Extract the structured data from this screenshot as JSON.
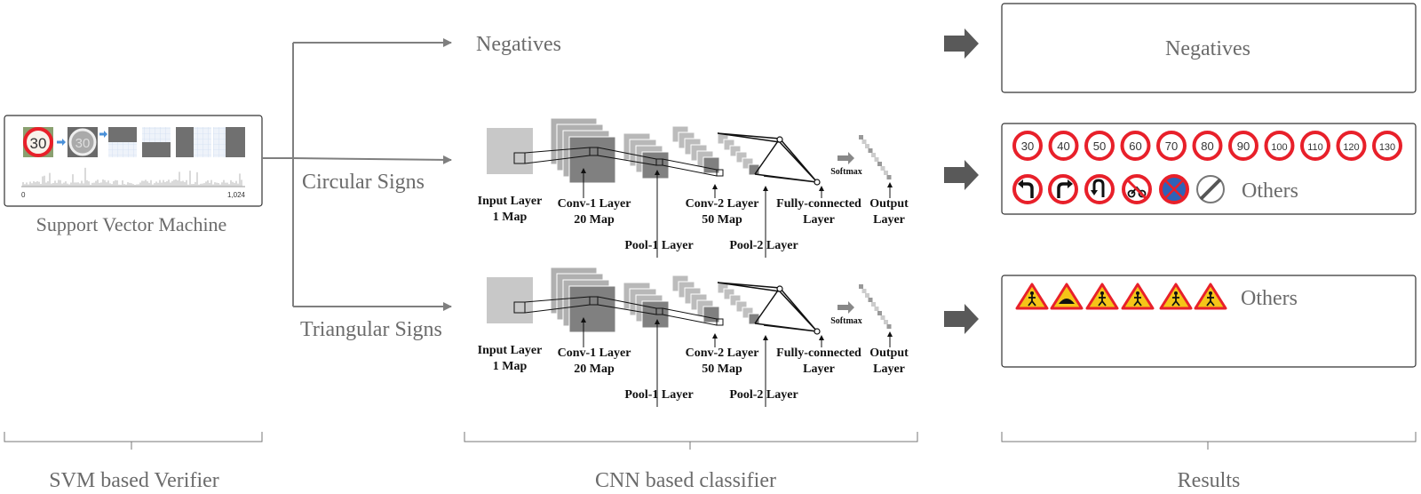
{
  "svm": {
    "title": "Support Vector Machine",
    "hist_axis_start": "0",
    "hist_axis_end": "1,024",
    "sample_sign_text": "30"
  },
  "branches": {
    "negatives": "Negatives",
    "circular": "Circular Signs",
    "triangular": "Triangular Signs"
  },
  "cnn": {
    "input_layer": [
      "Input Layer",
      "1 Map"
    ],
    "conv1_layer": [
      "Conv-1 Layer",
      "20 Map"
    ],
    "pool1_layer": "Pool-1 Layer",
    "conv2_layer": [
      "Conv-2 Layer",
      "50 Map"
    ],
    "pool2_layer": "Pool-2 Layer",
    "fc_layer": [
      "Fully-connected",
      "Layer"
    ],
    "output_layer": [
      "Output",
      "Layer"
    ],
    "softmax": "Softmax"
  },
  "results": {
    "negatives": "Negatives",
    "circular_speed_signs": [
      "30",
      "40",
      "50",
      "60",
      "70",
      "80",
      "90",
      "100",
      "110",
      "120",
      "130"
    ],
    "circular_others_label": "Others",
    "triangular_others_label": "Others"
  },
  "sections": {
    "svm": "SVM based Verifier",
    "cnn": "CNN based classifier",
    "results": "Results"
  },
  "colors": {
    "sign_red": "#e8202a",
    "triangle_yellow": "#f5c518",
    "arrow_gray": "#595959",
    "line_gray": "#7f7f7f"
  }
}
